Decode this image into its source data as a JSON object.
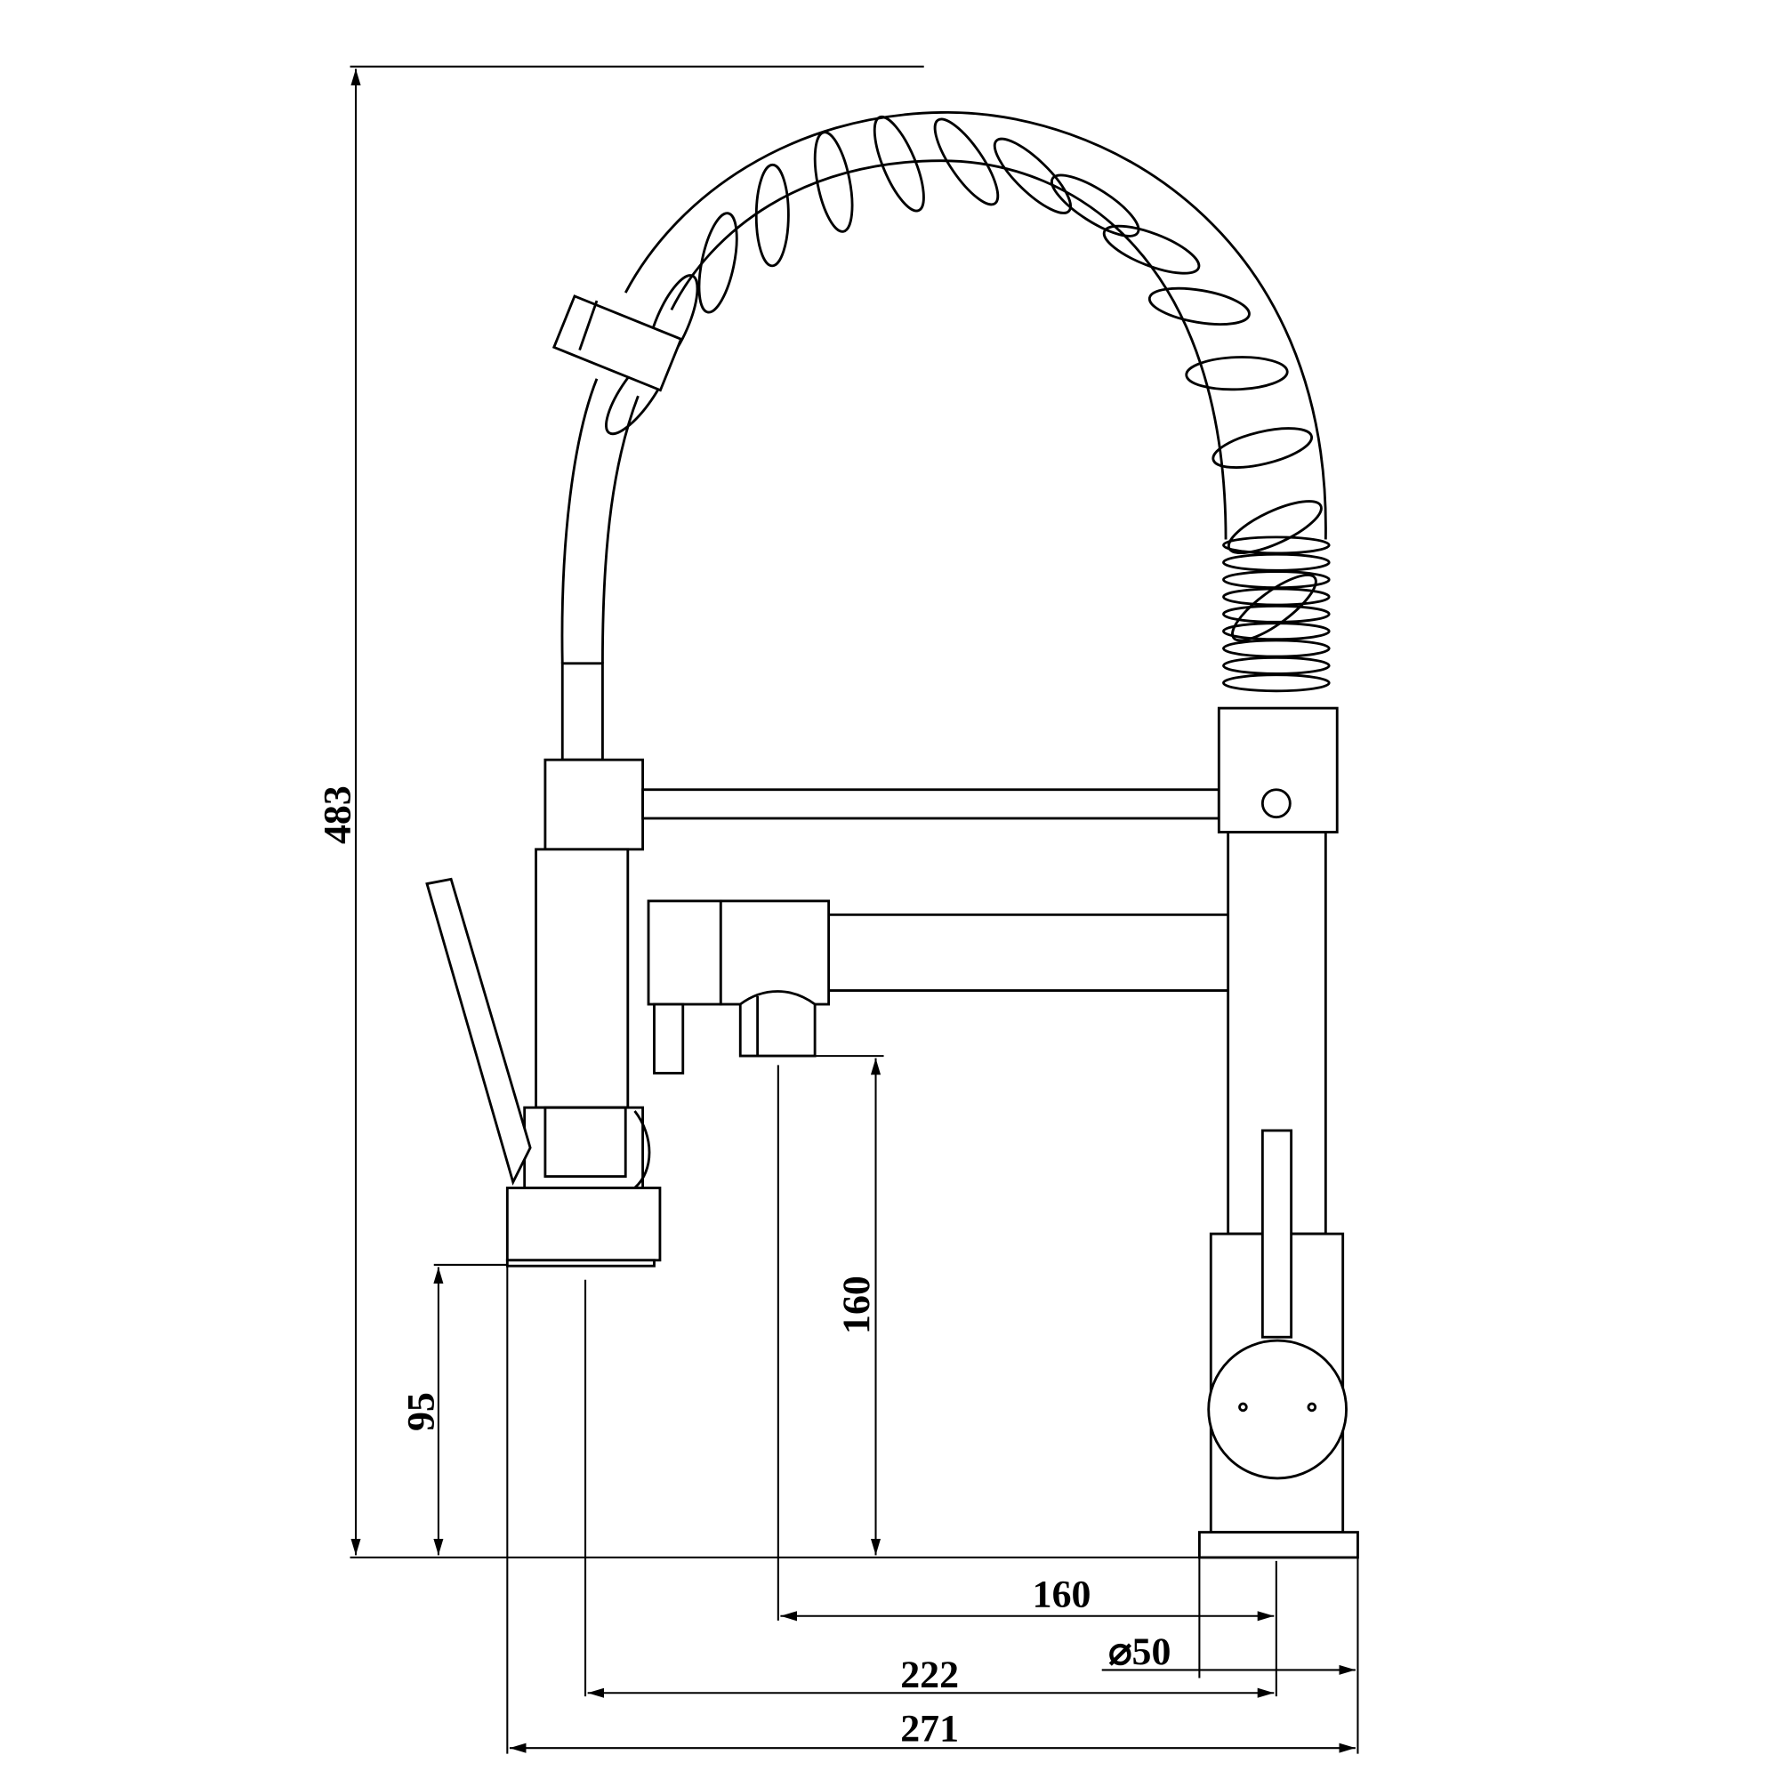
{
  "dimensions": {
    "total_height": "483",
    "spout_height": "95",
    "pot_filler_height": "160",
    "pot_filler_reach": "160",
    "base_diameter": "⌀50",
    "spout_reach": "222",
    "overall_width": "271"
  },
  "colors": {
    "line": "#000000",
    "background": "#ffffff"
  }
}
